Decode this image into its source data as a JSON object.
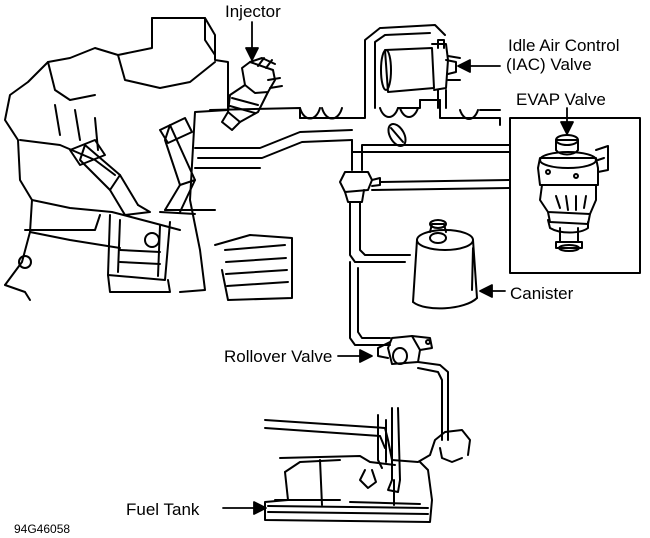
{
  "labels": {
    "injector": "Injector",
    "iac_line1": "Idle Air Control",
    "iac_line2": "(IAC) Valve",
    "evap": "EVAP Valve",
    "canister": "Canister",
    "rollover": "Rollover Valve",
    "fuel_tank": "Fuel Tank"
  },
  "figure_code": "94G46058",
  "colors": {
    "ink": "#000000",
    "paper": "#ffffff"
  }
}
